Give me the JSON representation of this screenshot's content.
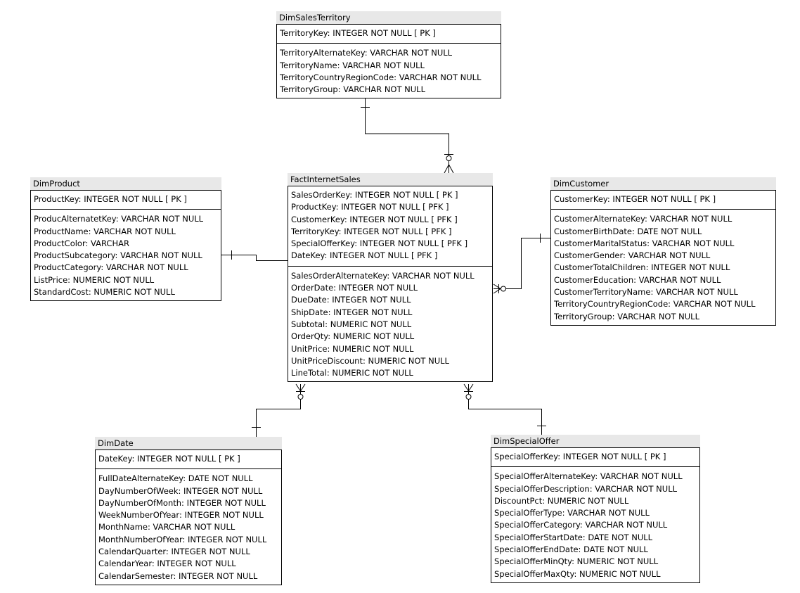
{
  "entities": {
    "sales_territory": {
      "name": "DimSalesTerritory",
      "keys": [
        "TerritoryKey: INTEGER   NOT NULL  [ PK ]"
      ],
      "attributes": [
        "TerritoryAlternateKey: VARCHAR   NOT NULL",
        "TerritoryName: VARCHAR   NOT NULL",
        "TerritoryCountryRegionCode: VARCHAR   NOT NULL",
        "TerritoryGroup: VARCHAR   NOT NULL"
      ]
    },
    "product": {
      "name": "DimProduct",
      "keys": [
        "ProductKey: INTEGER   NOT NULL  [ PK ]"
      ],
      "attributes": [
        "ProducAlternatetKey: VARCHAR   NOT NULL",
        "ProductName: VARCHAR   NOT NULL",
        "ProductColor: VARCHAR",
        "ProductSubcategory: VARCHAR   NOT NULL",
        "ProductCategory: VARCHAR   NOT NULL",
        "ListPrice: NUMERIC   NOT NULL",
        "StandardCost: NUMERIC   NOT NULL"
      ]
    },
    "fact_internet_sales": {
      "name": "FactInternetSales",
      "keys": [
        "SalesOrderKey: INTEGER   NOT NULL  [ PK ]",
        "ProductKey: INTEGER   NOT NULL  [ PFK ]",
        "CustomerKey: INTEGER   NOT NULL  [ PFK ]",
        "TerritoryKey: INTEGER   NOT NULL  [ PFK ]",
        "SpecialOfferKey: INTEGER   NOT NULL  [ PFK ]",
        "DateKey: INTEGER   NOT NULL  [ PFK ]"
      ],
      "attributes": [
        "SalesOrderAlternateKey: VARCHAR   NOT NULL",
        "OrderDate: INTEGER   NOT NULL",
        "DueDate: INTEGER   NOT NULL",
        "ShipDate: INTEGER   NOT NULL",
        "Subtotal: NUMERIC   NOT NULL",
        "OrderQty: NUMERIC   NOT NULL",
        "UnitPrice: NUMERIC   NOT NULL",
        "UnitPriceDiscount: NUMERIC   NOT NULL",
        "LineTotal: NUMERIC   NOT NULL"
      ]
    },
    "customer": {
      "name": "DimCustomer",
      "keys": [
        "CustomerKey: INTEGER   NOT NULL  [ PK ]"
      ],
      "attributes": [
        "CustomerAlternateKey: VARCHAR   NOT NULL",
        "CustomerBirthDate: DATE   NOT NULL",
        "CustomerMaritalStatus: VARCHAR   NOT NULL",
        "CustomerGender: VARCHAR   NOT NULL",
        "CustomerTotalChildren: INTEGER   NOT NULL",
        "CustomerEducation: VARCHAR   NOT NULL",
        "CustomerTerritoryName: VARCHAR   NOT NULL",
        "TerritoryCountryRegionCode: VARCHAR   NOT NULL",
        "TerritoryGroup: VARCHAR   NOT NULL"
      ]
    },
    "date": {
      "name": "DimDate",
      "keys": [
        "DateKey: INTEGER   NOT NULL  [ PK ]"
      ],
      "attributes": [
        "FullDateAlternateKey: DATE   NOT NULL",
        "DayNumberOfWeek: INTEGER   NOT NULL",
        "DayNumberOfMonth: INTEGER   NOT NULL",
        "WeekNumberOfYear: INTEGER   NOT NULL",
        "MonthName: VARCHAR   NOT NULL",
        "MonthNumberOfYear: INTEGER   NOT NULL",
        "CalendarQuarter: INTEGER   NOT NULL",
        "CalendarYear: INTEGER   NOT NULL",
        "CalendarSemester: INTEGER   NOT NULL"
      ]
    },
    "special_offer": {
      "name": "DimSpecialOffer",
      "keys": [
        "SpecialOfferKey: INTEGER   NOT NULL  [ PK ]"
      ],
      "attributes": [
        "SpecialOfferAlternateKey: VARCHAR   NOT NULL",
        "SpecialOfferDescription: VARCHAR   NOT NULL",
        "DiscountPct: NUMERIC   NOT NULL",
        "SpecialOfferType: VARCHAR   NOT NULL",
        "SpecialOfferCategory: VARCHAR   NOT NULL",
        "SpecialOfferStartDate: DATE   NOT NULL",
        "SpecialOfferEndDate: DATE   NOT NULL",
        "SpecialOfferMinQty: NUMERIC   NOT NULL",
        "SpecialOfferMaxQty: NUMERIC   NOT NULL"
      ]
    }
  },
  "relationships": [
    {
      "from": "DimSalesTerritory",
      "to": "FactInternetSales",
      "cardinality": "one-to-zero-or-many"
    },
    {
      "from": "DimProduct",
      "to": "FactInternetSales",
      "cardinality": "one-to-zero-or-many"
    },
    {
      "from": "DimCustomer",
      "to": "FactInternetSales",
      "cardinality": "one-to-zero-or-many"
    },
    {
      "from": "DimDate",
      "to": "FactInternetSales",
      "cardinality": "one-to-zero-or-many"
    },
    {
      "from": "DimSpecialOffer",
      "to": "FactInternetSales",
      "cardinality": "one-to-zero-or-many"
    }
  ],
  "colors": {
    "line": "#000000",
    "title_bg": "#e8e8e8",
    "box_bg": "#ffffff"
  }
}
